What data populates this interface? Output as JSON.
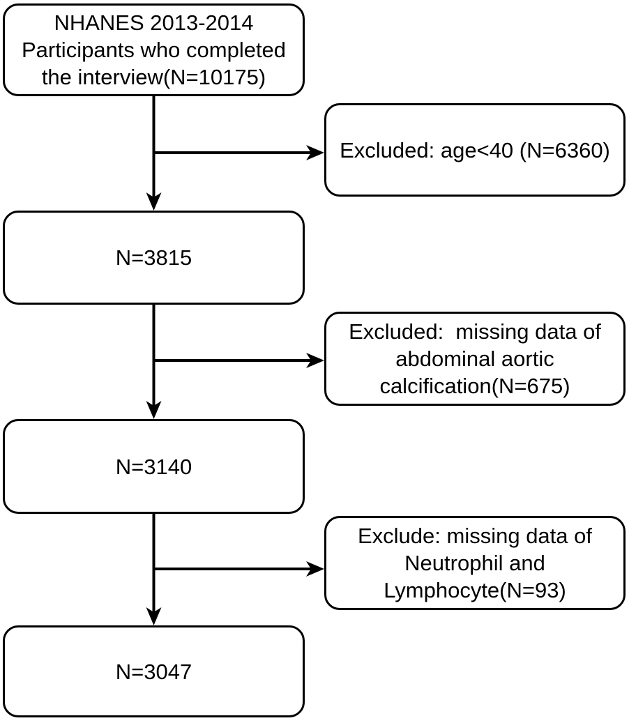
{
  "figure": {
    "type": "flowchart",
    "title": "NHANES participant selection flow diagram",
    "boxes": {
      "start": "NHANES 2013-2014\nParticipants who completed\nthe interview(N=10175)",
      "excluded_age": "Excluded: age<40 (N=6360)",
      "n_after_age": "N=3815",
      "excluded_aac": "Excluded:  missing data of\nabdominal aortic\ncalcification(N=675)",
      "n_after_aac": "N=3140",
      "excluded_labs": "Exclude: missing data of\nNeutrophil and\nLymphocyte(N=93)",
      "n_final": "N=3047"
    },
    "colors": {
      "line": "#000000",
      "text": "#000000",
      "box_fill": "#ffffff",
      "background": "#ffffff"
    }
  }
}
